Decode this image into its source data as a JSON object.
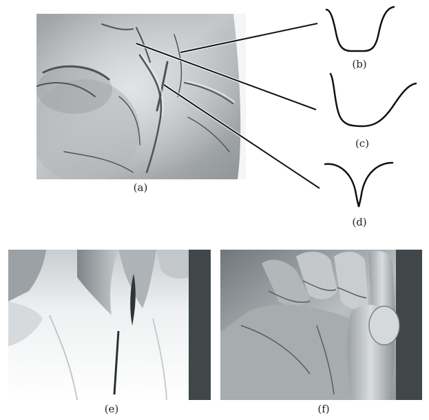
{
  "figure": {
    "panels": [
      {
        "id": "a",
        "label": "(a)",
        "content": "palm-photo"
      },
      {
        "id": "b",
        "label": "(b)",
        "content": "crease-profile-u-wide"
      },
      {
        "id": "c",
        "label": "(c)",
        "content": "crease-profile-v-shallow"
      },
      {
        "id": "d",
        "label": "(d)",
        "content": "crease-profile-cusp"
      },
      {
        "id": "e",
        "label": "(e)",
        "content": "rendered-crease-close-up"
      },
      {
        "id": "f",
        "label": "(f)",
        "content": "rendered-hand-fingers"
      }
    ],
    "colors": {
      "background": "#ffffff",
      "profile_stroke": "#111111",
      "leader_line": "#111111",
      "skin_light": "#d8dadb",
      "skin_mid": "#a9adb0",
      "skin_dark": "#5d6366",
      "backdrop_dark": "#3f4748"
    }
  }
}
